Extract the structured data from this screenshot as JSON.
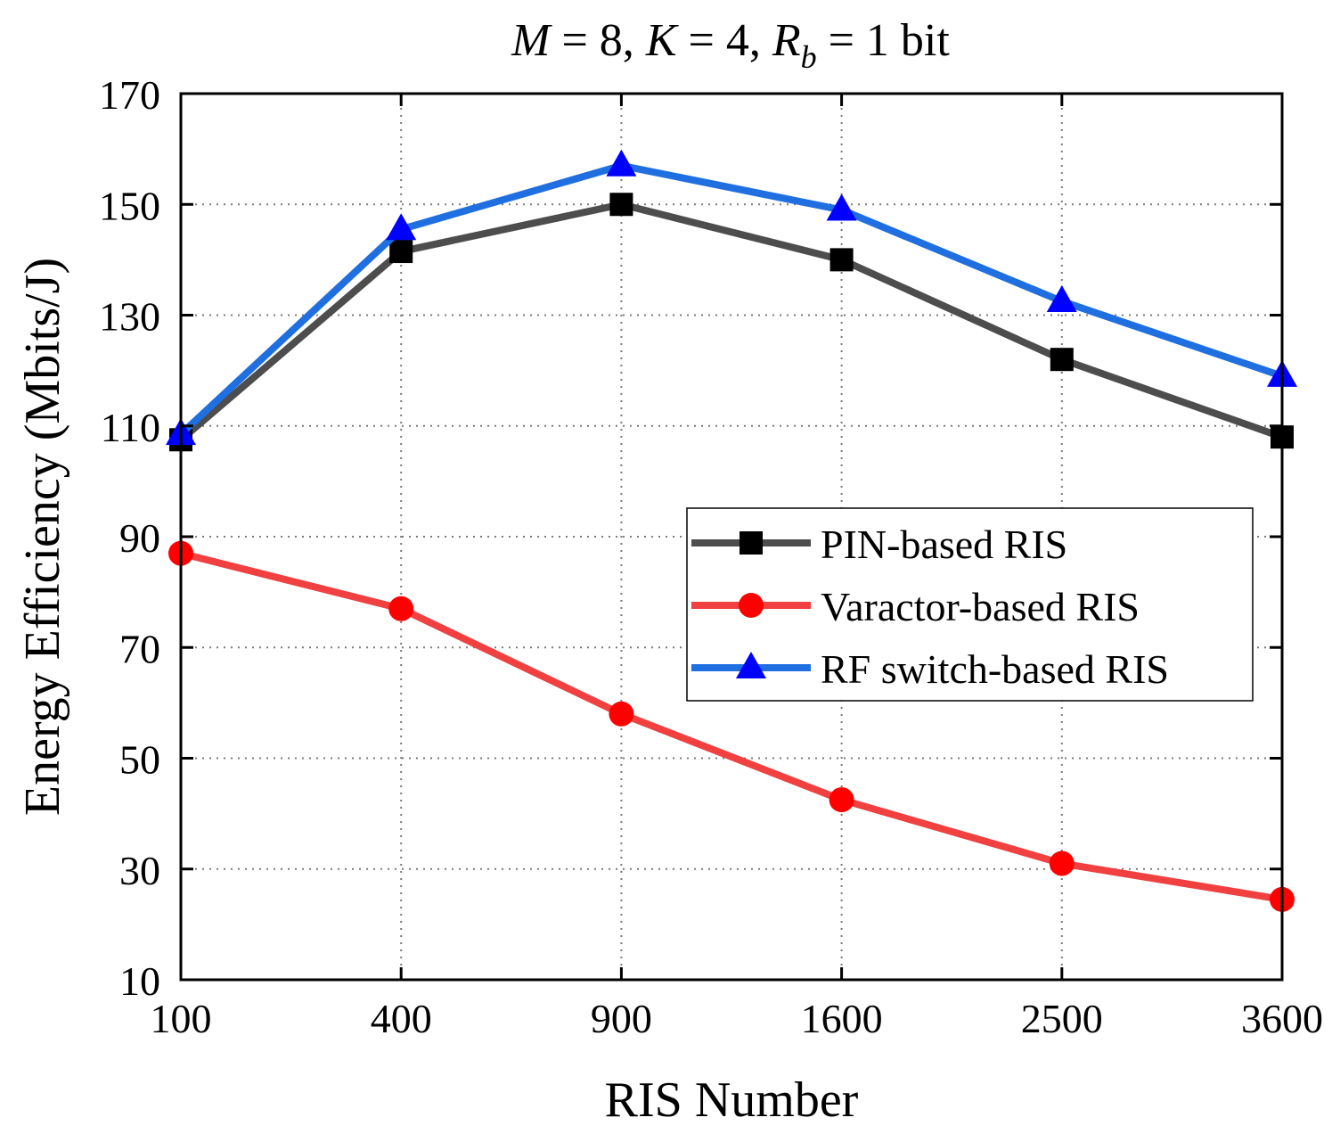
{
  "chart_data": {
    "type": "line",
    "title": {
      "prefix": "M",
      "eq1": " = 8, ",
      "k": "K",
      "eq2": " = 4, ",
      "r": "R",
      "sub": "b",
      "eq3": " = 1 bit"
    },
    "xlabel": "RIS Number",
    "ylabel": "Energy Efficiency (Mbits/J)",
    "categories": [
      "100",
      "400",
      "900",
      "1600",
      "2500",
      "3600"
    ],
    "ylim": [
      10,
      170
    ],
    "yticks": [
      10,
      30,
      50,
      70,
      90,
      110,
      130,
      150,
      170
    ],
    "grid": true,
    "legend_position": "center-right",
    "series": [
      {
        "name": "PIN-based RIS",
        "color": "#4d4d4d",
        "marker_color": "#000000",
        "marker": "square",
        "values": [
          107.5,
          141.5,
          150,
          140,
          122,
          108
        ]
      },
      {
        "name": "Varactor-based RIS",
        "color": "#f04040",
        "marker_color": "#ff0000",
        "marker": "circle",
        "values": [
          87,
          77,
          58,
          42.5,
          31,
          24.5
        ]
      },
      {
        "name": "RF switch-based RIS",
        "color": "#1f6fe0",
        "marker_color": "#0000ff",
        "marker": "triangle",
        "values": [
          108.5,
          145.5,
          157,
          149,
          132.5,
          119
        ]
      }
    ]
  }
}
